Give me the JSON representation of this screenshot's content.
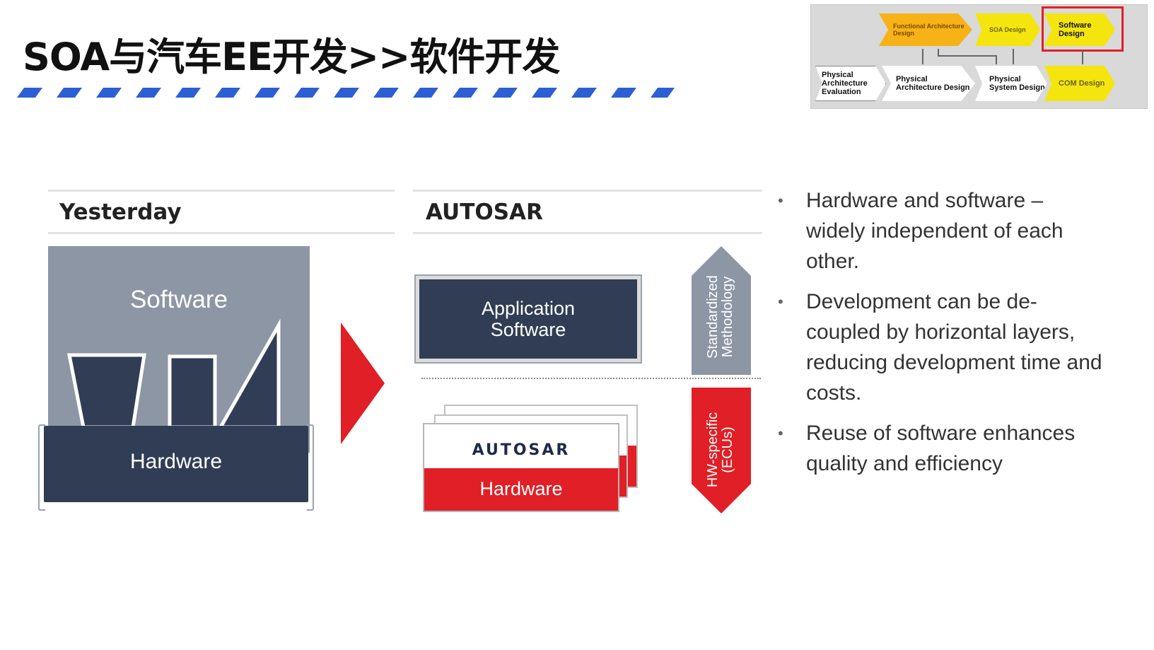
{
  "title": "SOA与汽车EE开发>>软件开发",
  "process_thumbnail": {
    "top_row": [
      {
        "label": "Functional Architecture Design",
        "color": "#f7b217"
      },
      {
        "label": "SOA Design",
        "color": "#f5e50f"
      },
      {
        "label": "Software Design",
        "color": "#f5e50f",
        "highlighted": true
      }
    ],
    "bottom_row": [
      {
        "label": "Physical Architecture Evaluation",
        "color": "#ffffff"
      },
      {
        "label": "Physical Architecture Design",
        "color": "#ffffff"
      },
      {
        "label": "Physical System Design",
        "color": "#ffffff"
      },
      {
        "label": "COM Design",
        "color": "#f5e50f"
      }
    ],
    "highlight_color": "#e01f26"
  },
  "yesterday": {
    "heading": "Yesterday",
    "software_label": "Software",
    "hardware_label": "Hardware"
  },
  "autosar": {
    "heading": "AUTOSAR",
    "application_label_line1": "Application",
    "application_label_line2": "Software",
    "logo_text": "AUTOSAR",
    "hardware_label": "Hardware",
    "up_arrow_line1": "Standardized",
    "up_arrow_line2": "Methodology",
    "down_arrow_line1": "HW-specific",
    "down_arrow_line2": "(ECUs)"
  },
  "bullets": [
    "Hardware and software – widely independent of each other.",
    "Development can be de-coupled by horizontal layers, reducing development time and costs.",
    "Reuse of software enhances quality and efficiency"
  ],
  "colors": {
    "navy": "#303d55",
    "slate": "#8c96a5",
    "red": "#e01f26",
    "dash_blue": "#2d5fd4"
  }
}
